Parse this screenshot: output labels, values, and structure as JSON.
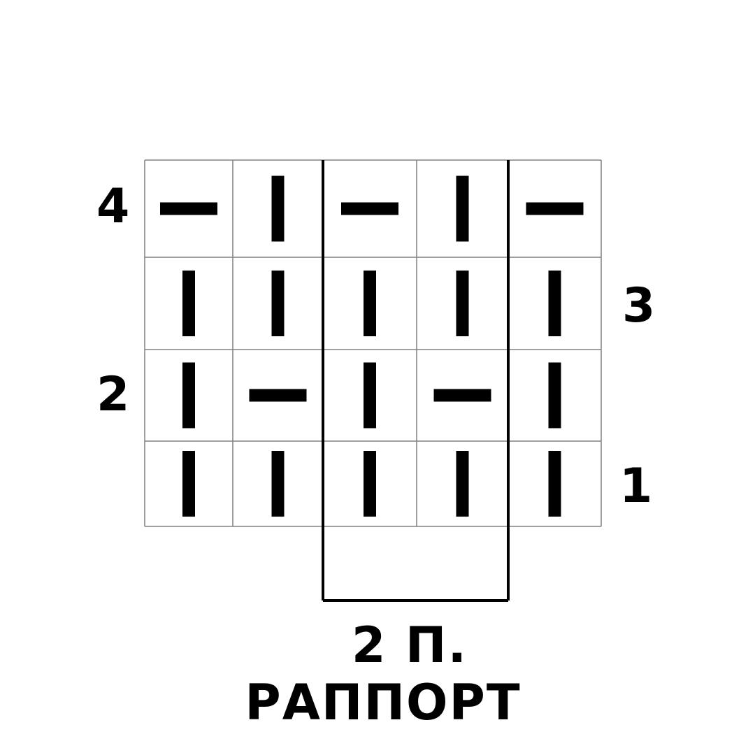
{
  "row_labels": {
    "row1": "1",
    "row2": "2",
    "row3": "3",
    "row4": "4"
  },
  "repeat": {
    "count": "2 П.",
    "word": "РАППОРТ"
  },
  "legend": {
    "knit_symbol": "vertical-bar",
    "purl_symbol": "horizontal-bar"
  },
  "chart_data": {
    "type": "table",
    "columns": 5,
    "rows_top_to_bottom": [
      {
        "row": 4,
        "cells": [
          "purl",
          "knit",
          "purl",
          "knit",
          "purl"
        ]
      },
      {
        "row": 3,
        "cells": [
          "knit",
          "knit",
          "knit",
          "knit",
          "knit"
        ]
      },
      {
        "row": 2,
        "cells": [
          "knit",
          "purl",
          "knit",
          "purl",
          "knit"
        ]
      },
      {
        "row": 1,
        "cells": [
          "knit",
          "knit",
          "knit",
          "knit",
          "knit"
        ]
      }
    ],
    "repeat_columns": [
      3,
      4
    ],
    "colors": {
      "grid": "#808080",
      "symbol": "#000000",
      "repeat_border": "#000000"
    }
  }
}
